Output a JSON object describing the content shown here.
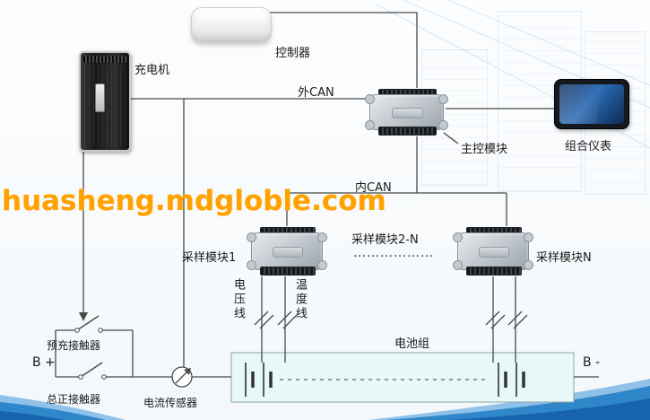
{
  "watermark": {
    "text": "huasheng.mdgloble.com"
  },
  "devices": {
    "controller": {
      "label": "控制器"
    },
    "charger": {
      "label": "充电机"
    },
    "main_module": {
      "label": "主控模块"
    },
    "instrument_cluster": {
      "label": "组合仪表"
    },
    "sampling_module_1": {
      "label": "采样模块1"
    },
    "sampling_module_2n": {
      "label": "采样模块2-N",
      "ellipsis": "………………"
    },
    "sampling_module_n": {
      "label": "采样模块N"
    }
  },
  "buses": {
    "external_can": "外CAN",
    "internal_can": "内CAN"
  },
  "wires": {
    "voltage_line": "电压线",
    "temperature_line": "温度线"
  },
  "power": {
    "b_plus": "B +",
    "b_minus": "B -",
    "precharge_contactor": "预充接触器",
    "main_positive_contactor": "总正接触器",
    "current_sensor": "电流传感器",
    "battery_pack": "电池组"
  },
  "colors": {
    "wire": "#4a4a4a",
    "battery_box_fill": "#e6f8f7",
    "watermark_orange": "#ffa200",
    "wave_light": "#8fc1e9",
    "wave_mid": "#2f86c9",
    "wave_dark": "#1763b0"
  }
}
